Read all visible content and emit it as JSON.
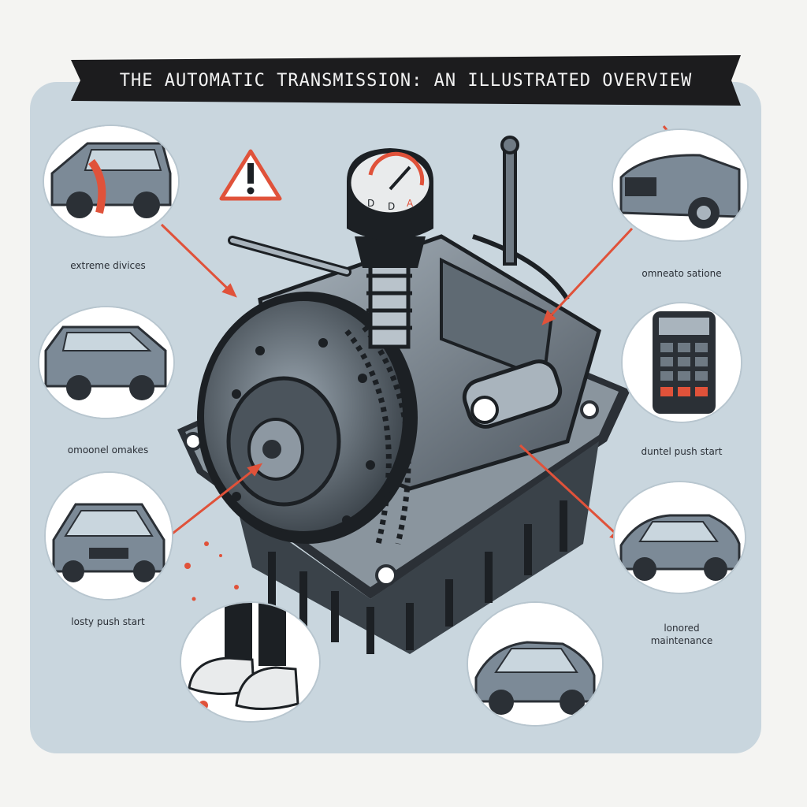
{
  "banner": {
    "title": "THE AUTOMATIC TRANSMISSION: AN ILLUSTRATED OVERVIEW"
  },
  "labels": {
    "top_left": "extreme divices",
    "mid_left": "omoonel omakes",
    "bottom_left": "losty push start",
    "top_right": "omneato satione",
    "mid_right": "duntel push start",
    "bottom_right_line1": "lonored",
    "bottom_right_line2": "maintenance"
  },
  "gauge_letters": [
    "D",
    "D",
    "A"
  ],
  "colors": {
    "panel": "#c9d6de",
    "banner": "#1c1c1e",
    "accent": "#e0523a",
    "metal_dark": "#2b3036",
    "metal_mid": "#6f7a84",
    "metal_light": "#a9b4bd",
    "car_body": "#7c8a97"
  },
  "icons": [
    "warning-icon",
    "gear-shift-knob-icon",
    "keypad-icon",
    "sneaker-icon"
  ]
}
